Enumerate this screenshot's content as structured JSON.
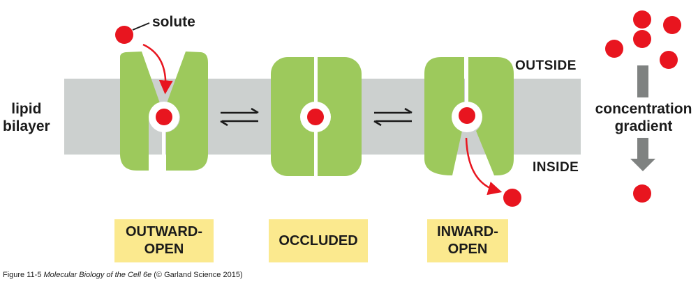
{
  "labels": {
    "solute": "solute",
    "lipid_line1": "lipid",
    "lipid_line2": "bilayer",
    "outside": "OUTSIDE",
    "inside": "INSIDE",
    "gradient_line1": "concentration",
    "gradient_line2": "gradient"
  },
  "states": {
    "outward_line1": "OUTWARD-",
    "outward_line2": "OPEN",
    "occluded": "OCCLUDED",
    "inward_line1": "INWARD-",
    "inward_line2": "OPEN"
  },
  "caption": {
    "figure": "Figure 11-5",
    "book": "Molecular Biology of the Cell 6e",
    "copyright": "(© Garland Science 2015)"
  },
  "colors": {
    "membrane": "#ccd0cf",
    "transporter": "#9dc95c",
    "solute": "#e8151f",
    "box": "#fbe98e",
    "gradient_arrow": "#7f8281"
  }
}
